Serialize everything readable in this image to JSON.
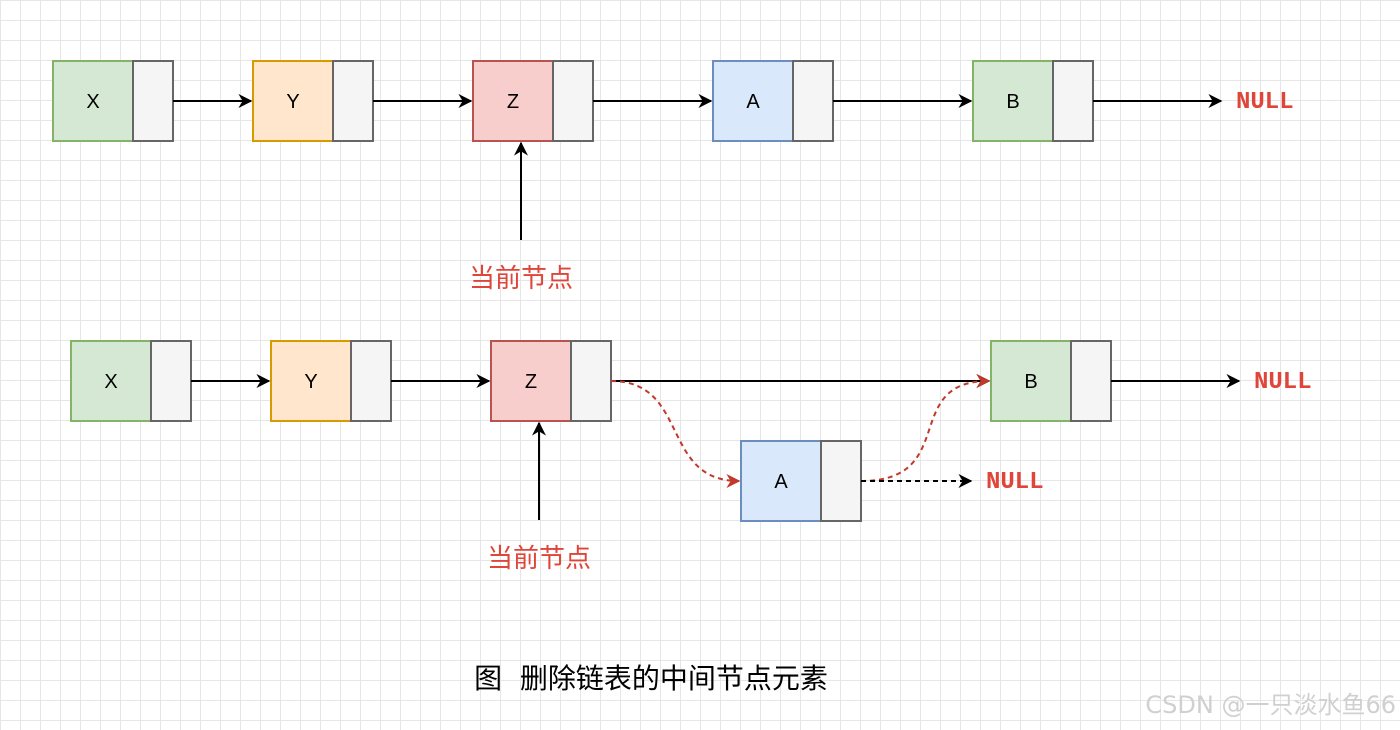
{
  "colors": {
    "green_fill": "#d5e8d4",
    "green_stroke": "#82b366",
    "orange_fill": "#ffe6cc",
    "orange_stroke": "#d79b00",
    "red_fill": "#f8cecc",
    "red_stroke": "#b85450",
    "blue_fill": "#dae8fc",
    "blue_stroke": "#6c8ebf",
    "pointer_fill": "#f5f5f5",
    "pointer_stroke": "#666666",
    "accent_red": "#e0453a",
    "dashed_red": "#c0392b"
  },
  "top_list": {
    "nodes": [
      {
        "label": "X",
        "color": "green"
      },
      {
        "label": "Y",
        "color": "orange"
      },
      {
        "label": "Z",
        "color": "red"
      },
      {
        "label": "A",
        "color": "blue"
      },
      {
        "label": "B",
        "color": "green"
      }
    ],
    "null_label": "NULL",
    "current_pointer_label": "当前节点"
  },
  "bottom_list": {
    "nodes": [
      {
        "label": "X",
        "color": "green"
      },
      {
        "label": "Y",
        "color": "orange"
      },
      {
        "label": "Z",
        "color": "red"
      },
      {
        "label": "B",
        "color": "green"
      }
    ],
    "removed_node": {
      "label": "A",
      "color": "blue"
    },
    "null_label": "NULL",
    "removed_null_label": "NULL",
    "current_pointer_label": "当前节点"
  },
  "caption": "图  删除链表的中间节点元素",
  "watermark": "CSDN @一只淡水鱼66"
}
